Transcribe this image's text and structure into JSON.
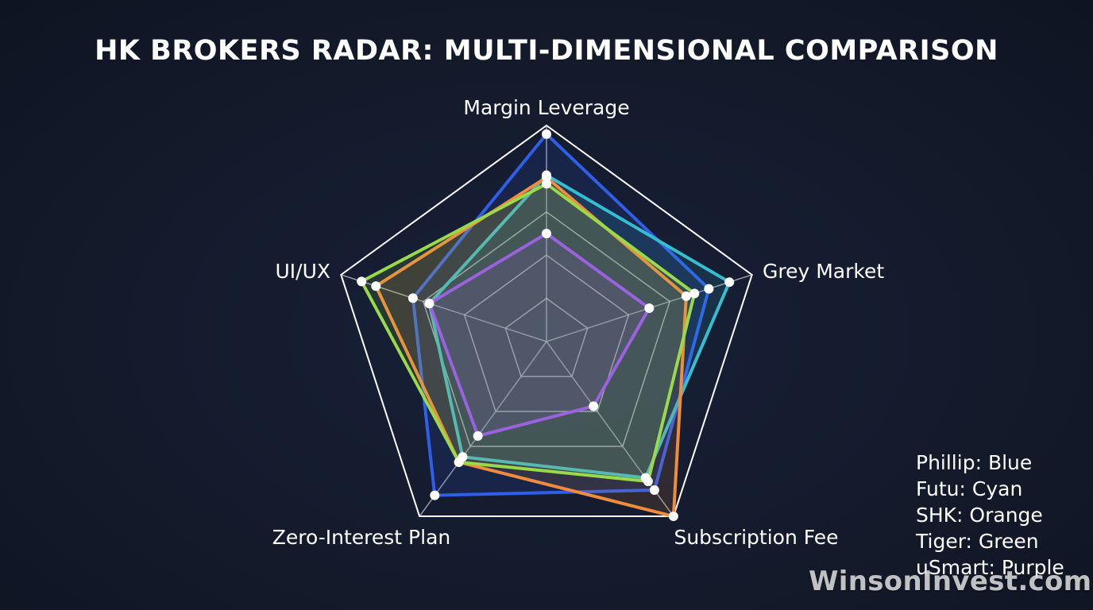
{
  "chart_data": {
    "type": "radar",
    "title": "HK BROKERS RADAR: MULTI-DIMENSIONAL COMPARISON",
    "axes": [
      "Margin Leverage",
      "Grey Market",
      "Subscription Fee",
      "Zero-Interest Plan",
      "UI/UX"
    ],
    "rlim": [
      0,
      10
    ],
    "grid_levels": [
      2,
      4,
      6,
      10
    ],
    "series": [
      {
        "name": "Phillip",
        "color": "#2f5fe8",
        "values": [
          9.6,
          7.9,
          8.5,
          8.8,
          6.5
        ]
      },
      {
        "name": "Futu",
        "color": "#35bdd0",
        "values": [
          7.7,
          8.9,
          7.8,
          6.6,
          5.7
        ]
      },
      {
        "name": "SHK",
        "color": "#f08c3c",
        "values": [
          7.6,
          6.8,
          10.0,
          6.9,
          8.3
        ]
      },
      {
        "name": "Tiger",
        "color": "#9ad94a",
        "values": [
          7.3,
          7.2,
          8.0,
          6.9,
          9.0
        ]
      },
      {
        "name": "uSmart",
        "color": "#9b62e0",
        "values": [
          5.0,
          5.0,
          3.7,
          5.4,
          5.7
        ]
      }
    ],
    "legend": {
      "position": "bottom-right",
      "entries": [
        "Phillip: Blue",
        "Futu: Cyan",
        "SHK: Orange",
        "Tiger: Green",
        "uSmart: Purple"
      ]
    }
  },
  "watermark": "WinsonInvest.com"
}
